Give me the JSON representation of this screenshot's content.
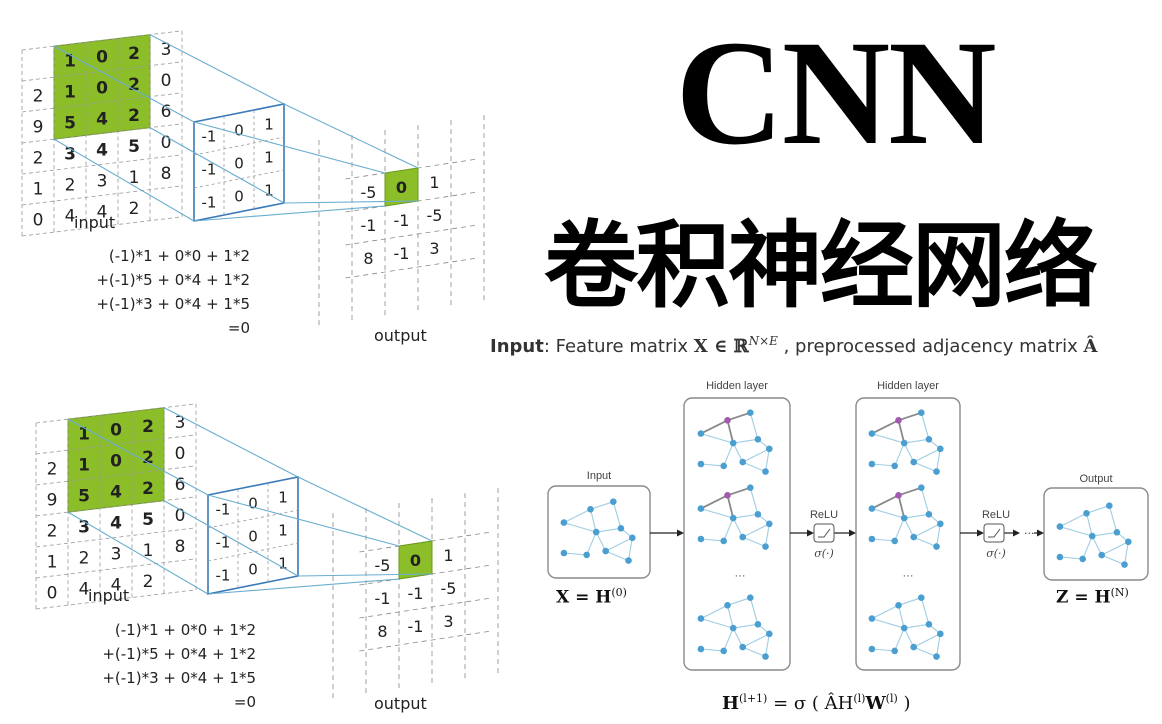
{
  "title": {
    "english": "CNN",
    "chinese": "卷积神经网络"
  },
  "convolution_examples": [
    {
      "input_grid": [
        [
          "",
          "1",
          "0",
          "2",
          "3"
        ],
        [
          "2",
          "1",
          "0",
          "2",
          "0"
        ],
        [
          "9",
          "5",
          "4",
          "2",
          "6"
        ],
        [
          "2",
          "3",
          "4",
          "5",
          "0"
        ],
        [
          "1",
          "2",
          "3",
          "1",
          "8"
        ],
        [
          "0",
          "4",
          "4",
          "2",
          ""
        ]
      ],
      "input_label": "input",
      "kernel": [
        [
          "-1",
          "0",
          "1"
        ],
        [
          "-1",
          "0",
          "1"
        ],
        [
          "-1",
          "0",
          "1"
        ]
      ],
      "output": [
        [
          "-5",
          "0",
          "1"
        ],
        [
          "-1",
          "-1",
          "-5"
        ],
        [
          "8",
          "-1",
          "3"
        ]
      ],
      "output_label": "output",
      "formula": [
        "(-1)*1 +  0*0 + 1*2",
        "+(-1)*5 +  0*4 + 1*2",
        "+(-1)*3 +  0*4 + 1*5",
        "=0"
      ]
    },
    {
      "input_label": "input",
      "output_label": "output",
      "formula": [
        "(-1)*1 +  0*0 + 1*2",
        "+(-1)*5 +  0*4 + 1*2",
        "+(-1)*3 +  0*4 + 1*5",
        "=0"
      ]
    }
  ],
  "gcn": {
    "input_prefix": "Input",
    "input_text": ": Feature matrix ",
    "input_math_1": "X ∈ ℝ",
    "input_math_1_sup": "N×E",
    "input_text_2": " , preprocessed adjacency matrix ",
    "input_math_2": "Â",
    "panels": {
      "input": "Input",
      "hidden1": "Hidden layer",
      "hidden2": "Hidden layer",
      "output": "Output"
    },
    "relu_label": "ReLU",
    "sigma_label": "σ(·)",
    "dots": "···",
    "x_caption": "X = H",
    "x_caption_sup": "(0)",
    "z_caption": "Z = H",
    "z_caption_sup": "(N)",
    "update_rule": "H",
    "update_rule_sup": "(l+1)",
    "update_rule_rhs": " = σ ( ÂH",
    "update_rule_sup2": "(l)",
    "update_rule_w": "W",
    "update_rule_sup3": "(l)",
    "update_rule_close": " )"
  },
  "colors": {
    "green": "#8cbe2a",
    "blue_line": "#6aaed0",
    "node_blue": "#4a9fd0",
    "node_purple": "#a05ab0",
    "panel_border": "#8a8a8a"
  }
}
